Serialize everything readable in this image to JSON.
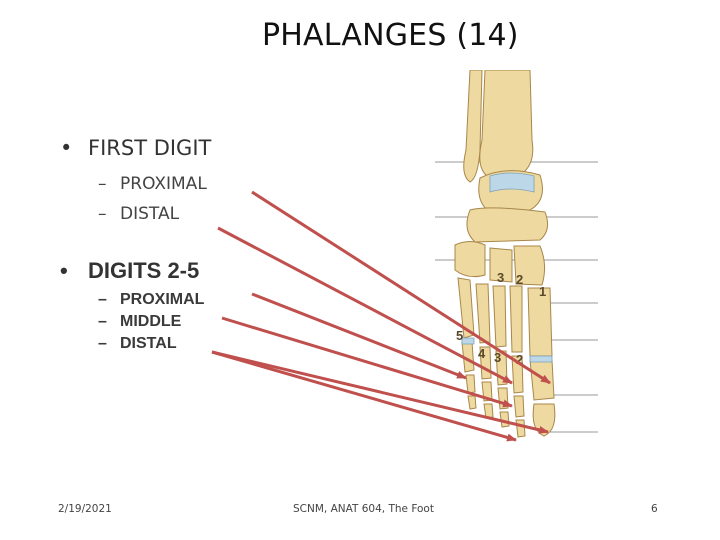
{
  "slide": {
    "title": "PHALANGES (14)",
    "bullets": [
      {
        "label": "FIRST DIGIT",
        "subitems": [
          "PROXIMAL",
          "DISTAL"
        ]
      },
      {
        "label": "DIGITS 2-5",
        "subitems": [
          "PROXIMAL",
          "MIDDLE",
          "DISTAL"
        ]
      }
    ],
    "bullet_symbol": "•",
    "dash_symbol": "–"
  },
  "figure": {
    "numbers": [
      "3",
      "2",
      "1",
      "5",
      "4",
      "3",
      "2"
    ],
    "bone_color": "#eed9a0",
    "cartilage_color": "#bcd8e8",
    "arrow_color": "#c0504d"
  },
  "footer": {
    "date": "2/19/2021",
    "center": "SCNM, ANAT 604, The Foot",
    "page": "6"
  }
}
